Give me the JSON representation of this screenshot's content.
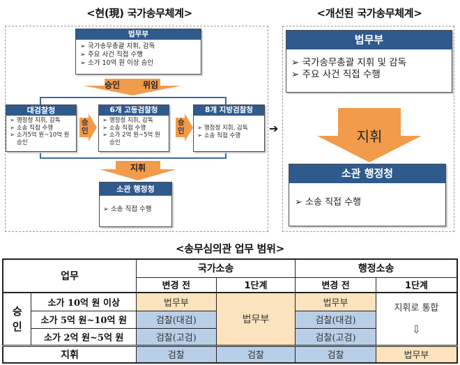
{
  "current_system": {
    "title": "<현(現) 국가송무체계>",
    "moj": {
      "header": "법무부",
      "items": [
        "➢ 국가송무총괄 지휘, 감독",
        "➢ 주요 사건 직접 수행",
        "➢ 소가 10억 원 이상 승인"
      ]
    },
    "arrow_delegate": {
      "left": "승인",
      "right": "위임"
    },
    "supreme_prosecutors": {
      "header": "대검찰청",
      "items": [
        "➢ 행정청 지휘, 감독",
        "➢ 소송 직접 수행",
        "➢ 소가5억 원~10억 원",
        "승인"
      ]
    },
    "approve_arrow_1": "승인",
    "high_prosecutors": {
      "header": "6개 고등검찰청",
      "items": [
        "➢ 행정청 지휘, 감독",
        "➢ 소송 직접 수행",
        "➢ 소가 2억 원~5억 원",
        "승인"
      ]
    },
    "approve_arrow_2": "승인",
    "district_prosecutors": {
      "header": "8개 지방검찰청",
      "items": [
        "➢ 행정청 지휘, 감독",
        "➢ 소송 직접 수행"
      ]
    },
    "arrow_direct": "지휘",
    "agency": {
      "header": "소관 행정청",
      "items": [
        "➢ 소송 직접 수행"
      ]
    }
  },
  "transition_arrow": "➔",
  "improved_system": {
    "title": "<개선된 국가송무체계>",
    "moj": {
      "header": "법무부",
      "items": [
        "➢ 국가송무총괄 지휘 및 감독",
        "➢ 주요 사건 직접 수행"
      ]
    },
    "arrow_direct": "지휘",
    "agency": {
      "header": "소관 행정청",
      "items": [
        "➢ 소송 직접 수행"
      ]
    }
  },
  "scope_table": {
    "title": "<송무심의관 업무 범위>",
    "header_task": "업무",
    "groups": [
      "국가소송",
      "행정소송"
    ],
    "subheaders": [
      "변경 전",
      "1단계",
      "변경 전",
      "1단계"
    ],
    "approval_label": "승인",
    "rows": [
      {
        "label": "소가 10억 원 이상",
        "state_before": "법무부",
        "admin_before": "법무부"
      },
      {
        "label": "소가 5억 원~10억 원",
        "state_before": "검찰(대검)",
        "admin_before": "검찰(대검)"
      },
      {
        "label": "소가 2억 원~5억 원",
        "state_before": "검찰(고검)",
        "admin_before": "검찰(고검)"
      }
    ],
    "state_stage1_merged": "법무부",
    "admin_stage1_merged": "지휘로 통합",
    "admin_stage1_arrow": "⇩",
    "direct_row": {
      "label": "지휘",
      "values": [
        "검찰",
        "검찰",
        "검찰",
        "법무부"
      ]
    }
  },
  "colors": {
    "header_blue": "#2f5a8e",
    "arrow_orange": "#f29b4b",
    "cell_tan": "#fbe3bd",
    "cell_blue": "#b9cfe8"
  }
}
